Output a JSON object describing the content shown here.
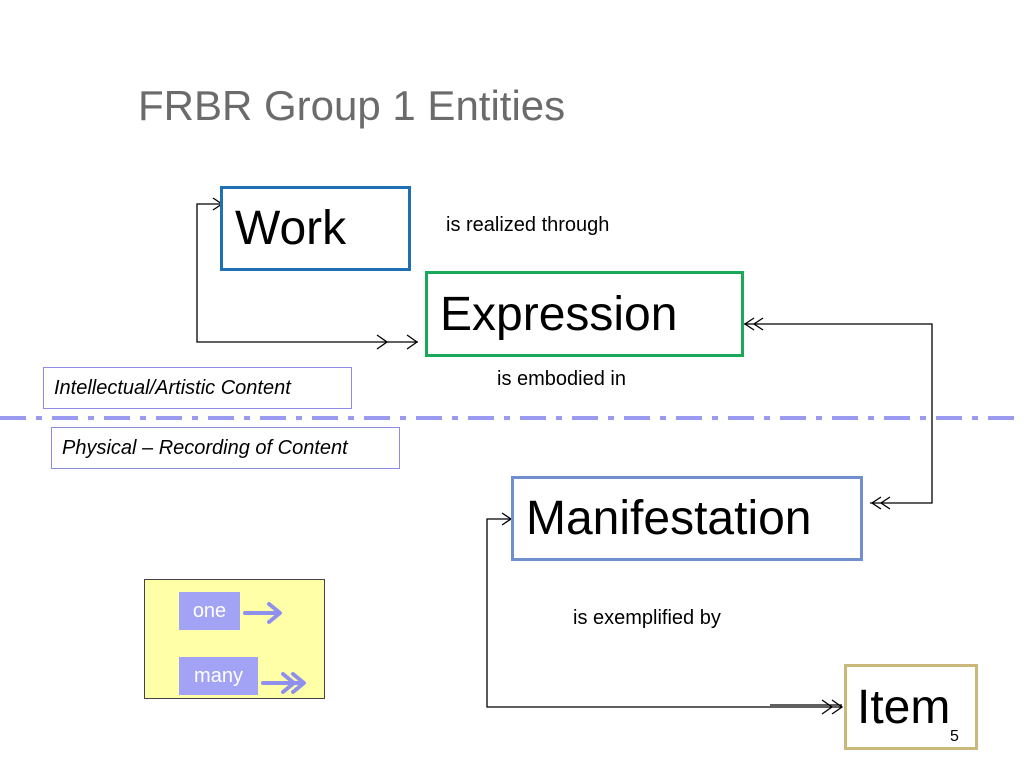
{
  "slide": {
    "title": "FRBR Group 1 Entities",
    "page_number": "5"
  },
  "entities": {
    "work": "Work",
    "expression": "Expression",
    "manifestation": "Manifestation",
    "item": "Item"
  },
  "relationships": {
    "work_expression": "is realized through",
    "expression_manifestation": "is embodied in",
    "manifestation_item": "is exemplified by"
  },
  "scope": {
    "intellectual": "Intellectual/Artistic Content",
    "physical": "Physical – Recording of Content"
  },
  "legend": {
    "one": "one",
    "many": "many"
  },
  "colors": {
    "work_border": "#1f6fb4",
    "expression_border": "#1aa85b",
    "manifestation_border": "#6f8fcf",
    "item_border": "#c9b87a",
    "divider": "#9a9af0",
    "legend_background": "#ffffa8",
    "legend_tag": "#a3a3f5"
  }
}
